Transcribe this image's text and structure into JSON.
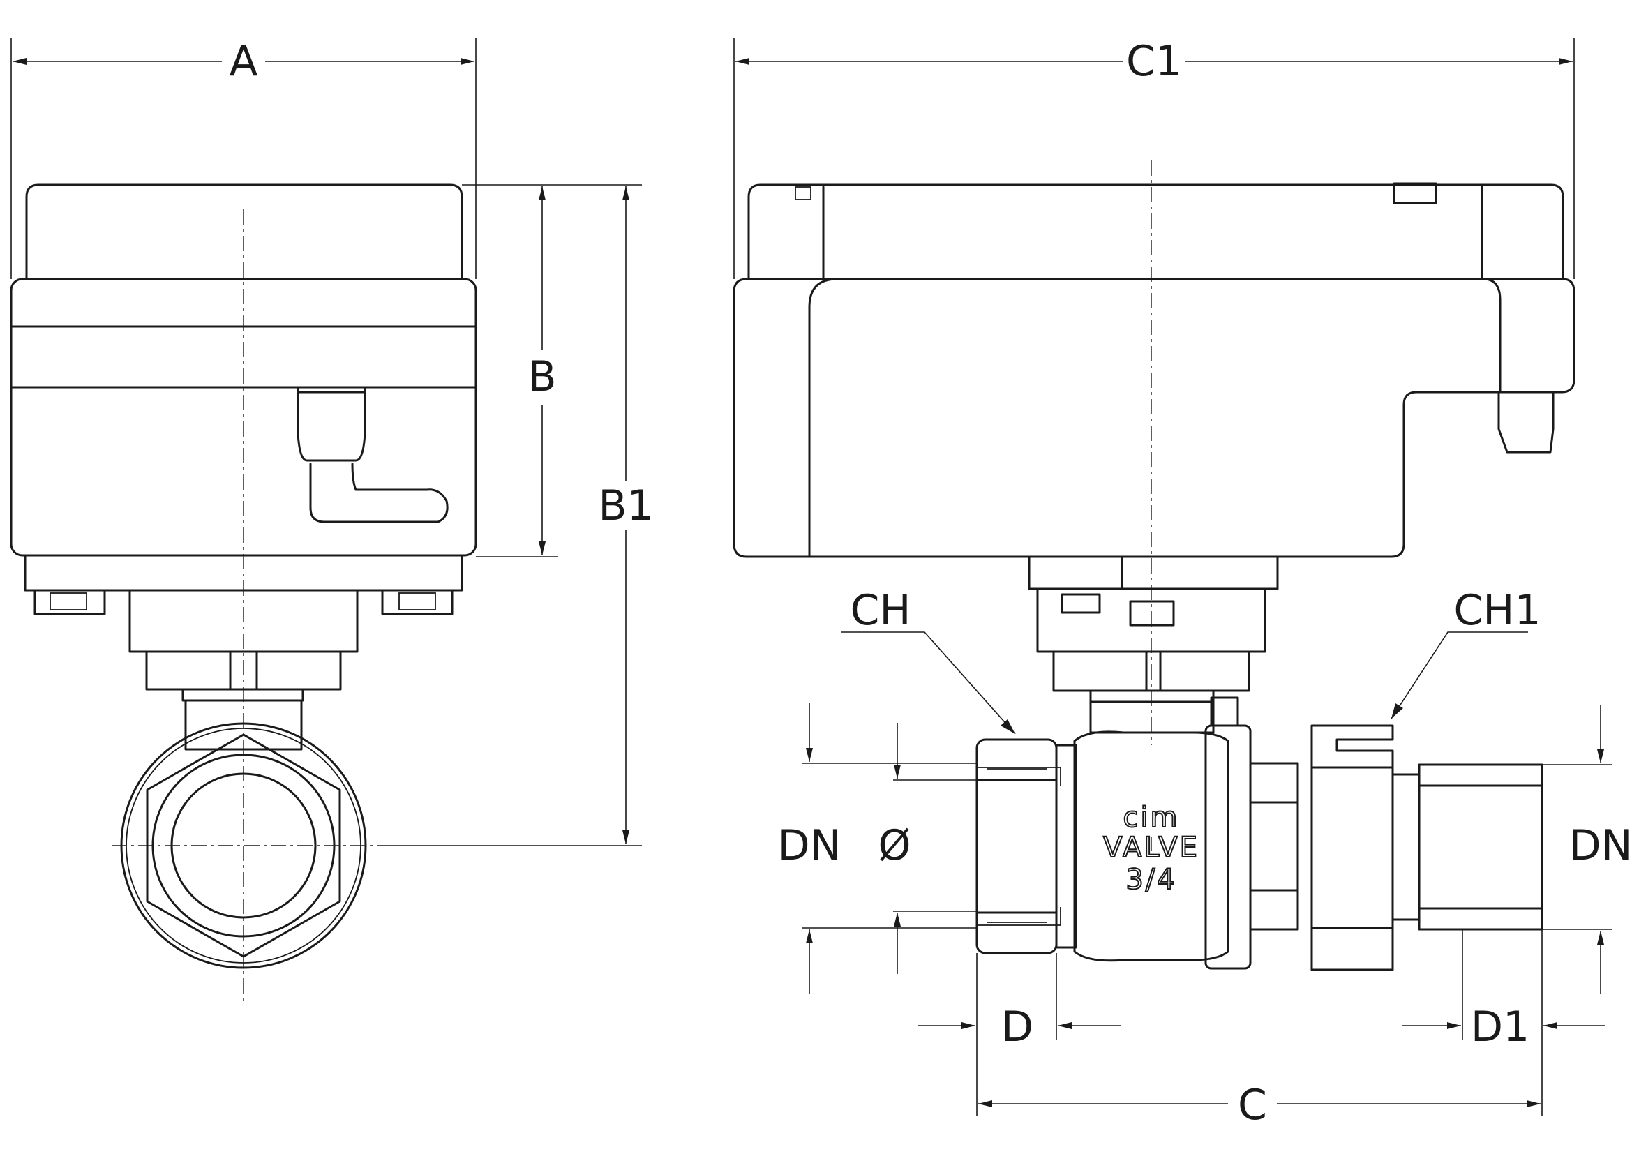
{
  "labels": {
    "A": "A",
    "B": "B",
    "B1": "B1",
    "C1": "C1",
    "CH": "CH",
    "CH1": "CH1",
    "DN_left": "DN",
    "DN_right": "DN",
    "diameter": "Ø",
    "D": "D",
    "D1": "D1",
    "C": "C"
  },
  "valve_marking": {
    "brand": "cim",
    "model": "VALVE",
    "size": "3/4"
  }
}
